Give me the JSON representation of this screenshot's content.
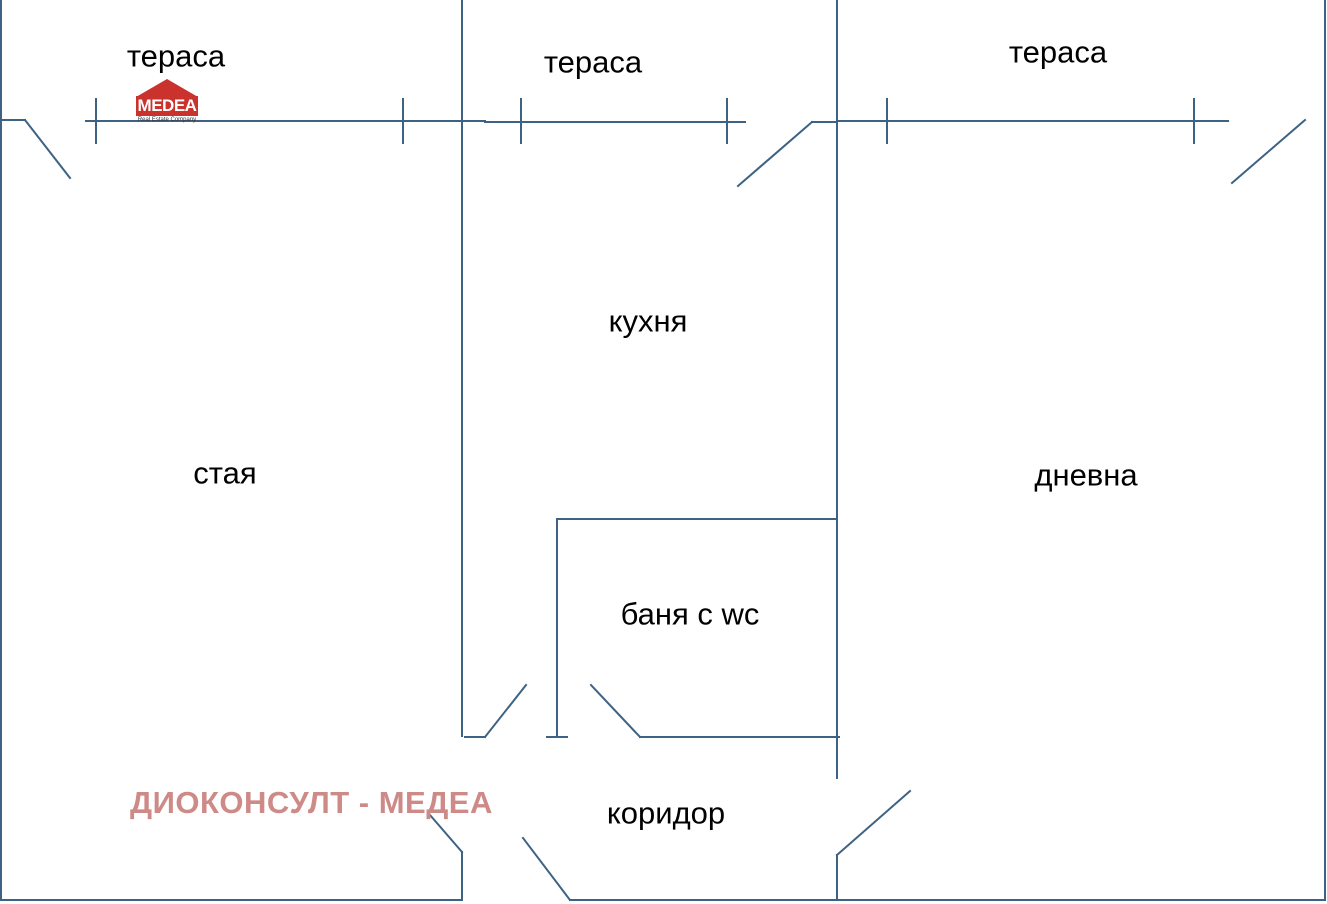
{
  "rooms": {
    "terrace_left": "тераса",
    "terrace_middle": "тераса",
    "terrace_right": "тераса",
    "kitchen": "кухня",
    "room": "стая",
    "living_room": "дневна",
    "bathroom": "баня с wc",
    "corridor": "коридор"
  },
  "watermark": "ДИОКОНСУЛТ - МЕДЕА",
  "logo": {
    "name": "MEDEA",
    "subtitle": "Real Estate Company"
  },
  "colors": {
    "wall": "#3e6283",
    "watermark": "#cd8a87",
    "logo": "#c9322d"
  }
}
